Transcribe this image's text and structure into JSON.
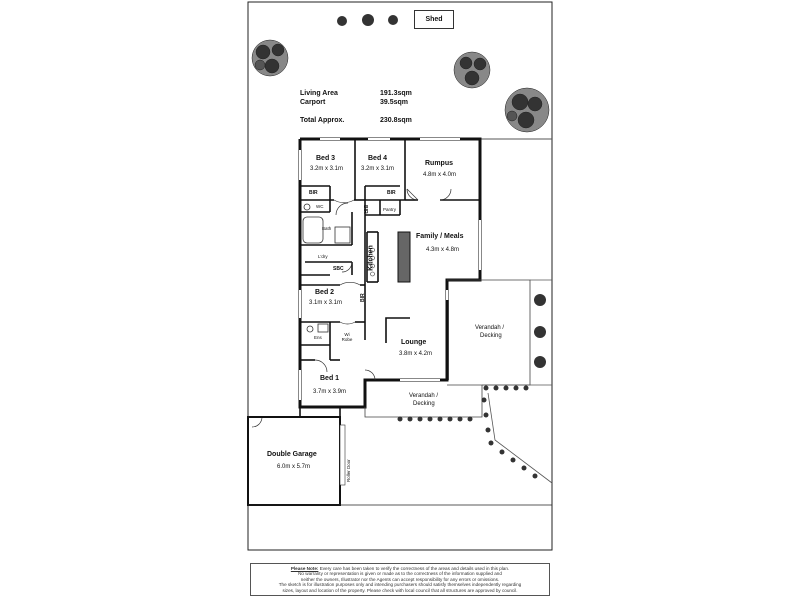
{
  "shed": "Shed",
  "areas": {
    "living_label": "Living Area",
    "living_value": "191.3sqm",
    "carport_label": "Carport",
    "carport_value": "39.5sqm",
    "total_label": "Total  Approx.",
    "total_value": "230.8sqm"
  },
  "rooms": {
    "bed3": {
      "name": "Bed 3",
      "dim": "3.2m x 3.1m"
    },
    "bed4": {
      "name": "Bed 4",
      "dim": "3.2m x 3.1m"
    },
    "rumpus": {
      "name": "Rumpus",
      "dim": "4.8m x 4.0m"
    },
    "family": {
      "name": "Family / Meals",
      "dim": "4.3m x 4.8m"
    },
    "kitchen": {
      "name": "Kitchen"
    },
    "bed2": {
      "name": "Bed 2",
      "dim": "3.1m x 3.1m"
    },
    "lounge": {
      "name": "Lounge",
      "dim": "3.8m x 4.2m"
    },
    "bed1": {
      "name": "Bed 1",
      "dim": "3.7m x 3.9m"
    },
    "verandah_right": {
      "line1": "Verandah /",
      "line2": "Decking"
    },
    "verandah_bottom": {
      "line1": "Verandah /",
      "line2": "Decking"
    },
    "garage": {
      "name": "Double Garage",
      "dim": "6.0m x 5.7m"
    }
  },
  "fixtures": {
    "bir1": "BIR",
    "bir2": "BIR",
    "bir3": "BIR",
    "bir4": "BIR",
    "wc": "WC",
    "bath": "Bath",
    "pantry": "Pantry",
    "lndry": "L'dry",
    "sbc": "SBC",
    "ens": "Ens",
    "wi_robe": "Wi Robe",
    "garage_door": "Roller Door"
  },
  "note": {
    "heading": "Please Note:",
    "line1": "Every care has been taken to verify the correctness of the areas and details used in this plan.",
    "line2": "No warranty or representation is given or made as to the correctness of the information supplied and",
    "line3": "neither the owners, Illustrator nor the Agents can accept responsibility for any errors or omissions.",
    "line4": "The sketch is for illustration purposes only and intending purchasers should satisfy themselves independently regarding",
    "line5": "sizes, layout and location of the property. Please check with local council that all structures are approved by council."
  }
}
